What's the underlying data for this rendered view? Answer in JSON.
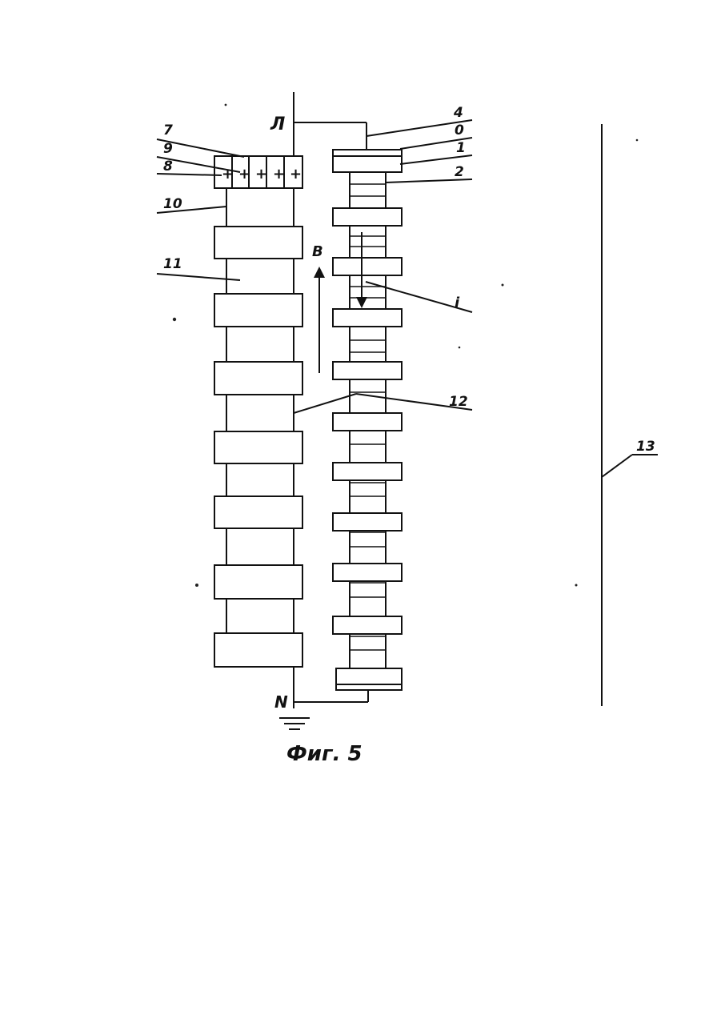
{
  "figure": {
    "caption": "Фиг. 5",
    "terminals": {
      "top": "Л",
      "bottom": "N"
    },
    "axis_labels": {
      "field": "B",
      "current": "i"
    },
    "callouts": [
      "7",
      "9",
      "8",
      "10",
      "11",
      "4",
      "0",
      "1",
      "2",
      "12",
      "13"
    ],
    "plus_signs": [
      "+",
      "+",
      "+",
      "+",
      "+"
    ]
  }
}
